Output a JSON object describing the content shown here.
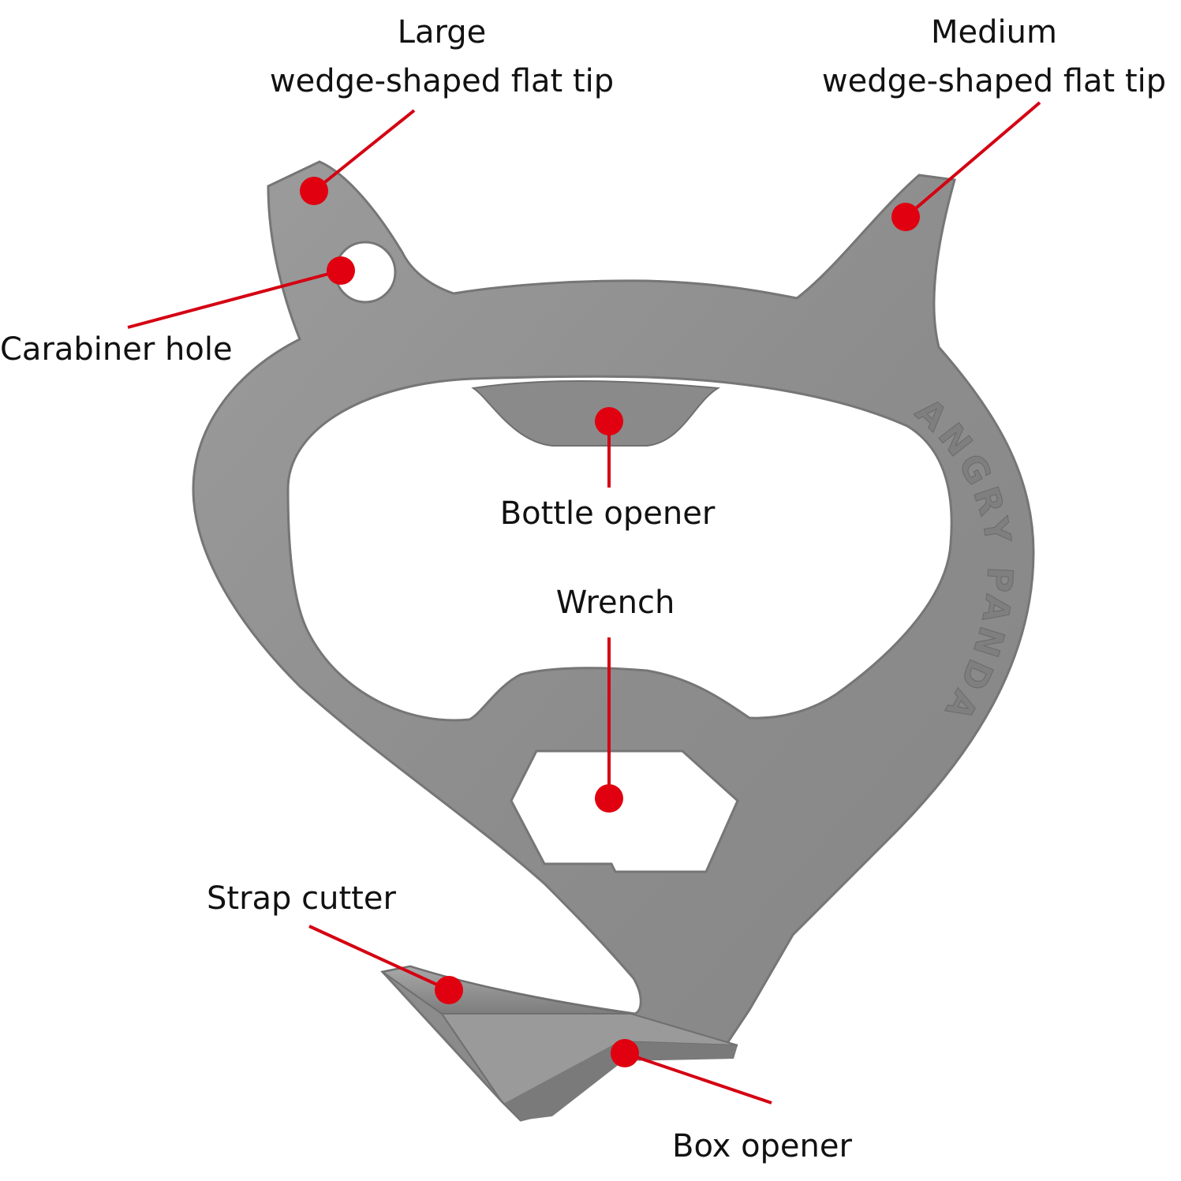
{
  "labels": {
    "large_tip": {
      "line1": "Large",
      "line2": "wedge-shaped flat tip"
    },
    "medium_tip": {
      "line1": "Medium",
      "line2": "wedge-shaped flat tip"
    },
    "carabiner_hole": "Carabiner hole",
    "bottle_opener": "Bottle opener",
    "wrench": "Wrench",
    "strap_cutter": "Strap cutter",
    "box_opener": "Box opener"
  },
  "engraving": "ANGRY PANDA",
  "colors": {
    "marker": "#e0000f",
    "leader": "#d40012",
    "tool_body": "#8f8f8f",
    "tool_edge": "#707070",
    "text": "#111111",
    "background": "#ffffff"
  }
}
